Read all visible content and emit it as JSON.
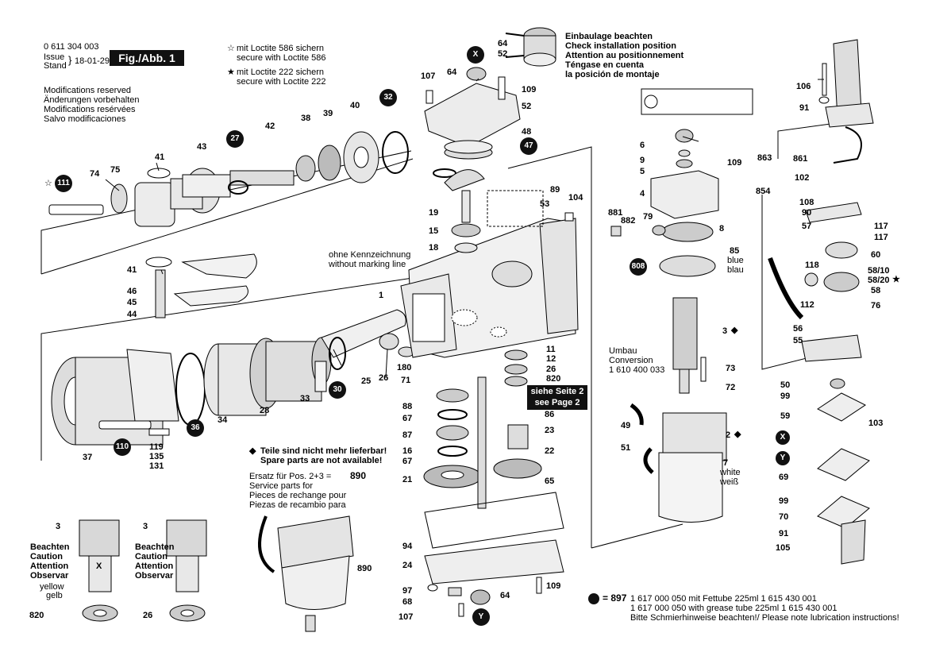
{
  "header": {
    "part_number": "0 611 304 003",
    "issue_label": "Issue",
    "stand_label": "Stand",
    "date": "18-01-29",
    "figure_tag": "Fig./Abb. 1"
  },
  "modifications": [
    "Modifications reserved",
    "Änderungen vorbehalten",
    "Modifications resérvées",
    "Salvo modificaciones"
  ],
  "loctite": {
    "l586_de": "mit Loctite 586 sichern",
    "l586_en": "secure with Loctite 586",
    "l222_de": "mit Loctite 222 sichern",
    "l222_en": "secure with Loctite 222"
  },
  "install_note": [
    "Einbaulage beachten",
    "Check installation position",
    "Attention au positionnement",
    "Téngase en cuenta",
    "la posición de montaje"
  ],
  "marking_note": [
    "ohne Kennzeichnung",
    "without marking line"
  ],
  "see_page": [
    "siehe Seite 2",
    "see Page 2"
  ],
  "conversion": [
    "Umbau",
    "Conversion",
    "1 610 400 033"
  ],
  "not_available": [
    "Teile sind nicht mehr lieferbar!",
    "Spare parts are not available!"
  ],
  "service": {
    "line1_prefix": "Ersatz für Pos. 2+3 =",
    "line1_value": "890",
    "lines": [
      "Service parts for",
      "Pieces de rechange pour",
      "Piezas de recambio para"
    ]
  },
  "caution_block": [
    "Beachten",
    "Caution",
    "Attention",
    "Observar"
  ],
  "yellow": [
    "yellow",
    "gelb"
  ],
  "colors": {
    "blue": [
      "blue",
      "blau"
    ],
    "white": [
      "white",
      "weiß"
    ]
  },
  "lubrication": {
    "ref": "= 897",
    "line1": "1 617 000 050 mit Fettube 225ml 1 615 430 001",
    "line2": "1 617 000 050 with grease tube 225ml 1 615 430 001",
    "line3": "Bitte Schmierhinweise beachten!/ Please note lubrication instructions!"
  },
  "circled_parts": {
    "c111": "111",
    "cX1": "X",
    "c27": "27",
    "c32": "32",
    "c47": "47",
    "c808": "808",
    "c30": "30",
    "c36": "36",
    "c110": "110",
    "cY1": "Y",
    "cX2": "X",
    "cY2": "Y"
  },
  "labels": {
    "p0": "74",
    "p1": "75",
    "p2": "41",
    "p3": "43",
    "p4": "42",
    "p5": "38",
    "p6": "39",
    "p7": "40",
    "p8": "41",
    "p9": "46",
    "p10": "45",
    "p11": "44",
    "p12": "37",
    "p13": "119",
    "p14": "135",
    "p15": "131",
    "p16": "34",
    "p17": "28",
    "p18": "33",
    "p19": "25",
    "p20": "26",
    "p21": "180",
    "p22": "71",
    "p23": "1",
    "p24": "107",
    "p25": "64",
    "p26": "109",
    "p27": "52",
    "p28": "48",
    "p29": "64",
    "p30": "52",
    "p31": "19",
    "p32": "15",
    "p33": "18",
    "p34": "89",
    "p35": "53",
    "p36": "104",
    "p37": "11",
    "p38": "12",
    "p39": "26",
    "p40": "820",
    "p41": "88",
    "p42": "67",
    "p43": "87",
    "p44": "16",
    "p45": "67",
    "p46": "21",
    "p47": "86",
    "p48": "23",
    "p49": "22",
    "p50": "65",
    "p51": "94",
    "p52": "24",
    "p53": "97",
    "p54": "68",
    "p55": "107",
    "p56": "64",
    "p57": "109",
    "p58": "6",
    "p59": "9",
    "p60": "5",
    "p61": "109",
    "p62": "4",
    "p63": "881",
    "p64": "882",
    "p65": "79",
    "p66": "8",
    "p67": "85",
    "p68": "3",
    "p69": "73",
    "p70": "72",
    "p71": "49",
    "p72": "51",
    "p73": "2",
    "p74": "7",
    "p75": "106",
    "p76": "91",
    "p77": "863",
    "p78": "861",
    "p79": "102",
    "p80": "854",
    "p81": "108",
    "p82": "90",
    "p83": "57",
    "p84": "117",
    "p85": "117",
    "p86": "60",
    "p87": "118",
    "p88": "58/10",
    "p89": "58/20",
    "p90": "58",
    "p91": "112",
    "p92": "76",
    "p93": "56",
    "p94": "55",
    "p95": "50",
    "p96": "99",
    "p97": "59",
    "p98": "103",
    "p99": "69",
    "p100": "99",
    "p101": "70",
    "p102": "91",
    "p103": "105",
    "p104": "3",
    "p105": "3",
    "p106": "X",
    "p107": "820",
    "p108": "26",
    "p109": "890"
  }
}
